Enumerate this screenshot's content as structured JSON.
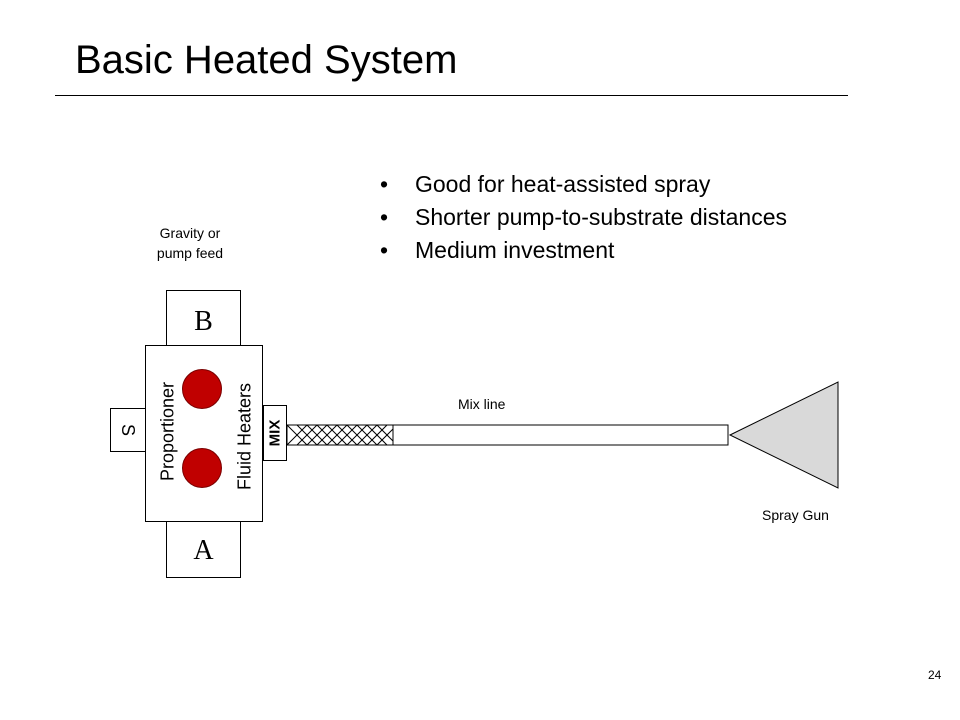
{
  "slide": {
    "title": "Basic Heated System",
    "page_number": "24"
  },
  "bullets": [
    "Good for heat-assisted spray",
    "Shorter pump-to-substrate distances",
    "Medium investment"
  ],
  "bullet_glyph": "•",
  "diagram": {
    "feed_label_line1": "Gravity or",
    "feed_label_line2": "pump feed",
    "tank_b": "B",
    "tank_a": "A",
    "s_label": "S",
    "proportioner_label": "Proportioner",
    "heaters_label": "Fluid Heaters",
    "mix_label": "MIX",
    "mix_line_label": "Mix line",
    "spray_gun_label": "Spray Gun",
    "heater_color": "#c00000",
    "gun_color": "#d9d9d9"
  }
}
